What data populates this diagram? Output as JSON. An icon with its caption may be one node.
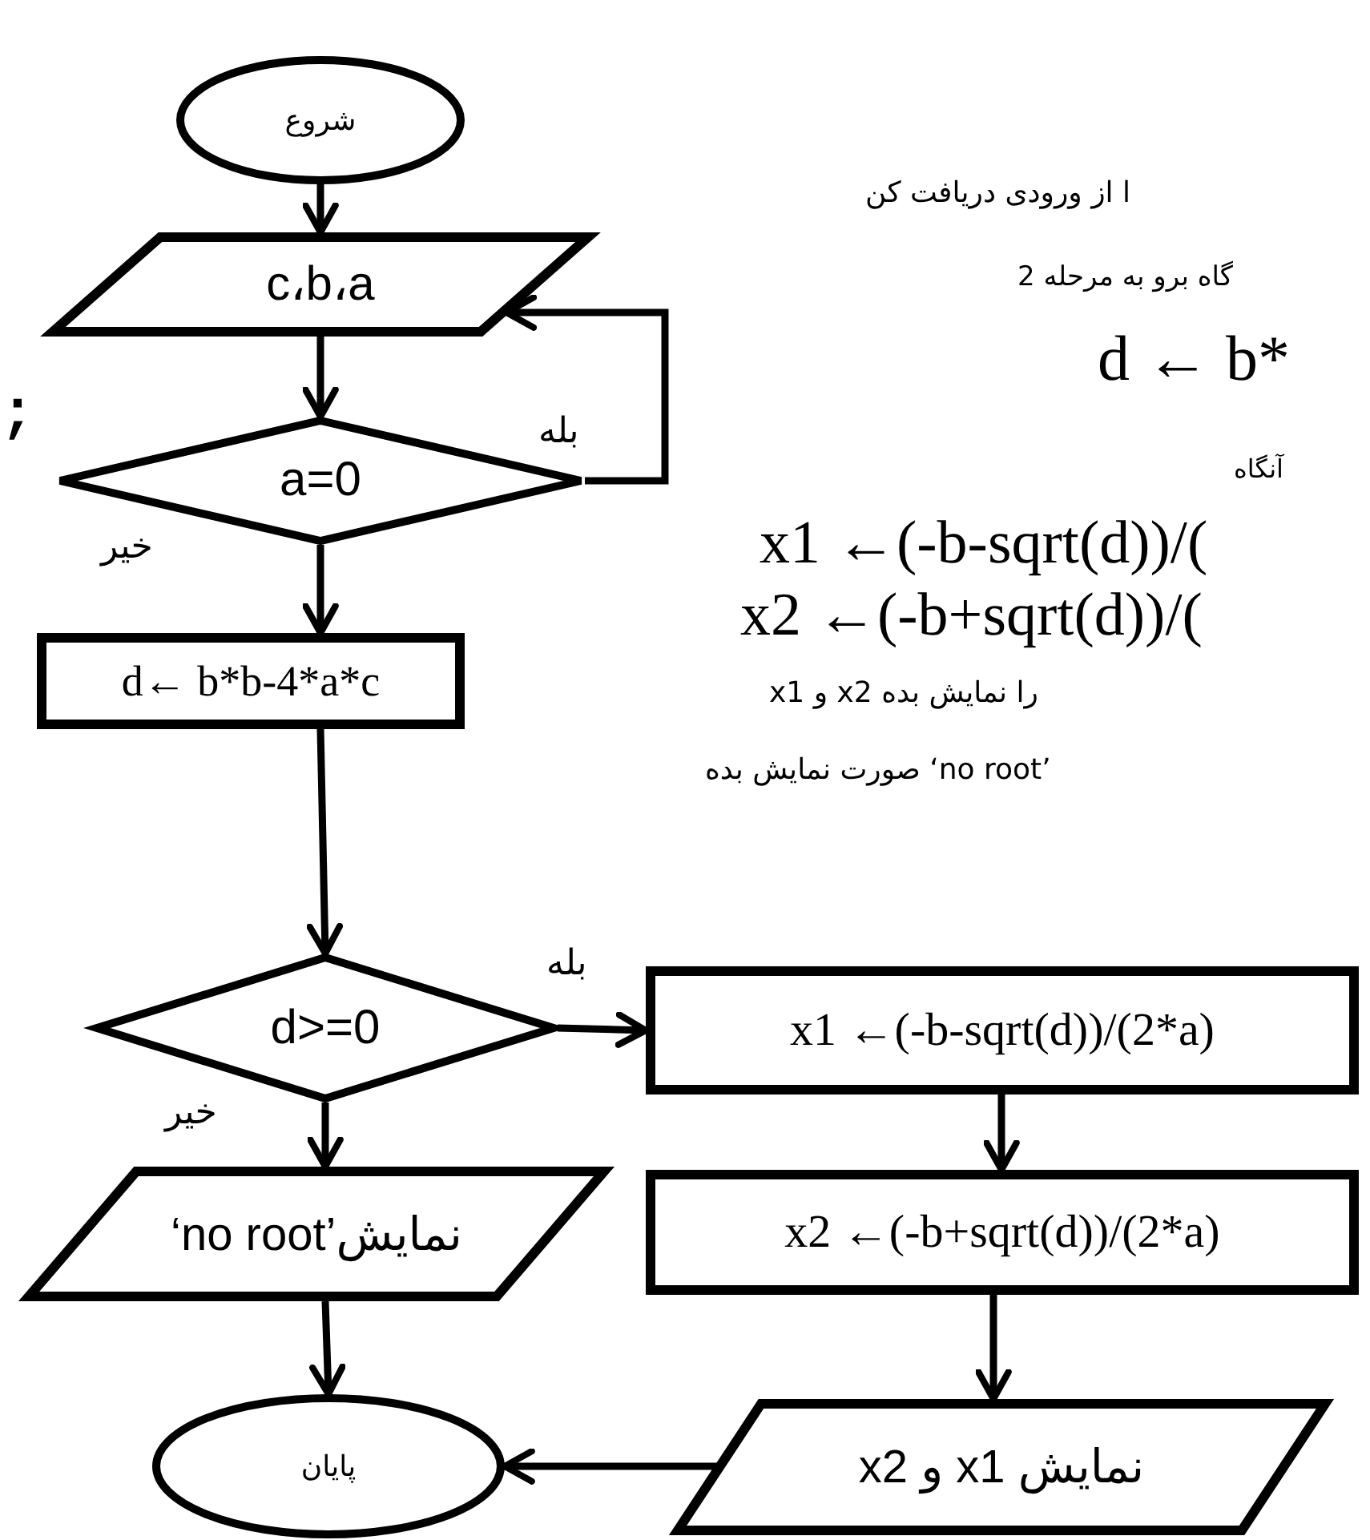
{
  "diagram": {
    "nodes": [
      {
        "text": [
          "شروع"
        ]
      },
      {
        "text": [
          "c،b،a"
        ]
      },
      {
        "text": [
          "a=0"
        ]
      },
      {
        "text": [
          "d← b*b-4*a*c"
        ]
      },
      {
        "text": [
          "d>=0"
        ]
      },
      {
        "text": [
          "x1 ←(-b-sqrt(d))/(2*a)"
        ]
      },
      {
        "text": [
          "x2 ←(-b+sqrt(d))/(2*a)"
        ]
      },
      {
        "text": [
          "‘no root’نمایش"
        ]
      },
      {
        "text": [
          "نمایش x1 و x2"
        ]
      },
      {
        "text": [
          "پایان"
        ]
      }
    ],
    "edges": [
      {
        "from": 0,
        "to": 1,
        "arrow": "to"
      },
      {
        "from": 1,
        "to": 2,
        "arrow": "to"
      },
      {
        "from": 2,
        "to": 1,
        "arrow": "to",
        "label": "بله"
      },
      {
        "from": 2,
        "to": 3,
        "arrow": "to",
        "label": "خیر"
      },
      {
        "from": 3,
        "to": 4,
        "arrow": "to"
      },
      {
        "from": 4,
        "to": 5,
        "arrow": "to",
        "label": "بله"
      },
      {
        "from": 4,
        "to": 7,
        "arrow": "to",
        "label": "خیر"
      },
      {
        "from": 5,
        "to": 6,
        "arrow": "to"
      },
      {
        "from": 6,
        "to": 8,
        "arrow": "to"
      },
      {
        "from": 7,
        "to": 9,
        "arrow": "to"
      },
      {
        "from": 8,
        "to": 9,
        "arrow": "to"
      }
    ],
    "labels": [
      "ا از ورودی دریافت کن",
      "گاه برو به مرحله 2",
      "d ← b*",
      ";",
      "آنگاه",
      "x1 ←(-b-sqrt(d))/(",
      "x2 ←(-b+sqrt(d))/(",
      "x1 و x2 را نمایش بده",
      "صورت نمایش بده ‘no root’"
    ]
  }
}
